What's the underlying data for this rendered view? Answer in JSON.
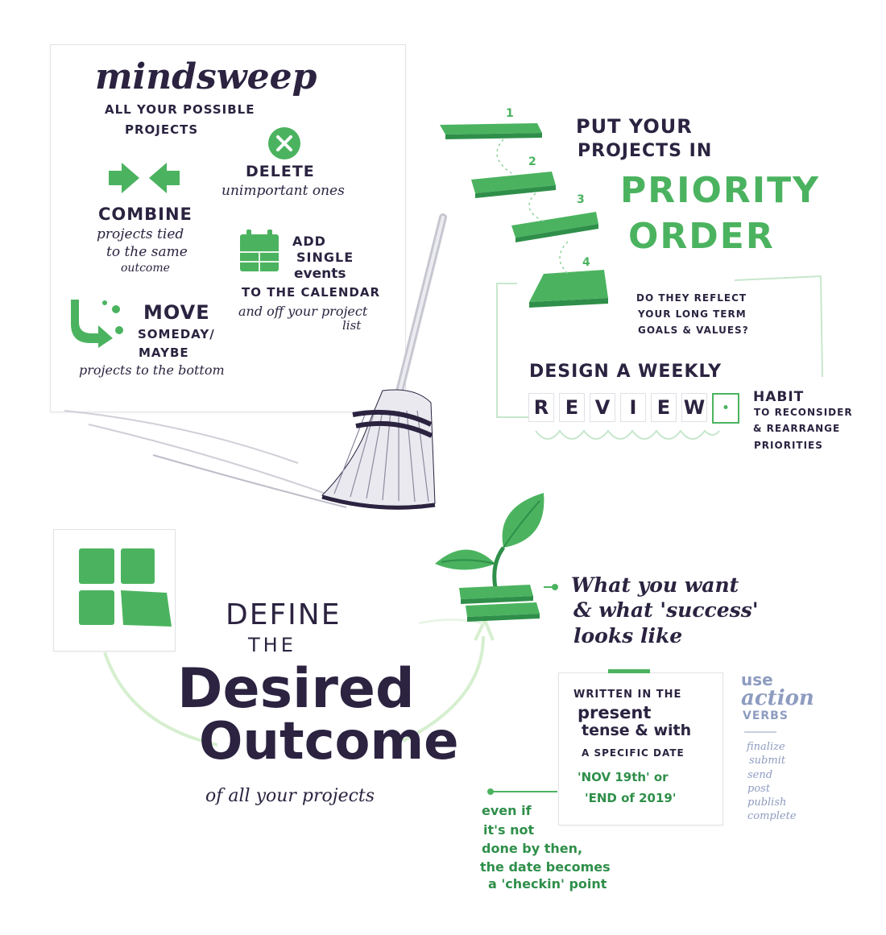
{
  "mindsweep": {
    "title": "mindsweep",
    "subtitle_1": "all your possible",
    "subtitle_2": "projects",
    "delete_title": "Delete",
    "delete_desc": "unimportant ones",
    "combine_title": "COMBINE",
    "combine_desc_1": "projects tied",
    "combine_desc_2": "to the same",
    "combine_desc_3": "outcome",
    "add_1": "add",
    "add_2": "single",
    "add_3": "events",
    "add_4": "to the Calendar",
    "add_5": "and off your project",
    "add_6": "list",
    "move_title": "Move",
    "move_desc_1": "someday/",
    "move_desc_2": "maybe",
    "move_desc_3": "projects to the bottom"
  },
  "priority": {
    "heading_1": "PUT YOUR",
    "heading_2": "PROJECTS IN",
    "big_1": "PRIORITY",
    "big_2": "ORDER",
    "step_1": "1",
    "step_2": "2",
    "step_3": "3",
    "step_4": "4",
    "question_1": "Do they reflect",
    "question_2": "your long term",
    "question_3": "goals & values?",
    "design": "DESIGN A WEEKLY",
    "review_letters": [
      "R",
      "E",
      "V",
      "I",
      "E",
      "W"
    ],
    "habit_1": "HABIT",
    "habit_2": "to reconsider",
    "habit_3": "& rearrange",
    "habit_4": "priorities"
  },
  "outcome": {
    "define": "DEFINE",
    "the": "THE",
    "desired": "Desired",
    "outcome": "Outcome",
    "of_all": "of all your projects",
    "want_1": "What you want",
    "want_2": "& what 'success'",
    "want_3": "looks like",
    "written_1": "WRITTEN IN THE",
    "written_2": "present",
    "written_3": "tense & with",
    "written_4": "A SPECIFIC DATE",
    "date_1": "'NOV 19th' or",
    "date_2": "'END of 2019'",
    "use": "use",
    "action": "action",
    "verbs": "VERBS",
    "verb_list": [
      "finalize",
      "submit",
      "send",
      "post",
      "publish",
      "complete"
    ],
    "even_1": "even if",
    "even_2": "it's not",
    "even_3": "done by then,",
    "even_4": "the date becomes",
    "even_5": "a 'checkin' point"
  },
  "colors": {
    "ink": "#2b2340",
    "green": "#4bb35f",
    "dark_green": "#2f8f4a",
    "blue_grey": "#8e9cc0"
  },
  "icons": [
    "delete-x-icon",
    "combine-arrows-icon",
    "calendar-icon",
    "move-down-arrow-icon",
    "broom-icon",
    "stairs-icon",
    "plant-icon",
    "grid-squares-icon"
  ]
}
